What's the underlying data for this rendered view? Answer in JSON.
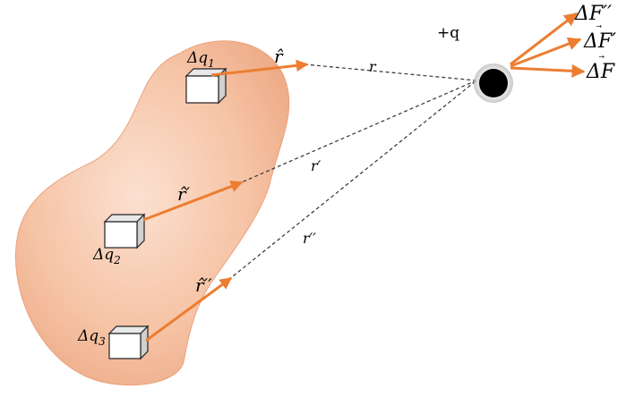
{
  "labels": {
    "charge": "+q",
    "dq1": "Δq",
    "dq1_sub": "1",
    "dq2": "Δq",
    "dq2_sub": "2",
    "dq3": "Δq",
    "dq3_sub": "3",
    "r": "r",
    "r_prime": "r′",
    "r_double_prime": "r′′",
    "rhat": "r̂",
    "rhat_prime": "r̂′",
    "rhat_double_prime": "r̂′′",
    "dF": "ΔF",
    "dF_prime": "ΔF′",
    "dF_double_prime": "ΔF′′",
    "vec_arrow": "⃗"
  },
  "colors": {
    "blob_fill": "#f6c4a6",
    "blob_edge": "#e9a27c",
    "arrow": "#ed7d31",
    "dashed_line": "#333333",
    "charge": "#000000",
    "cube_face": "#ffffff",
    "cube_side": "#d0d0d0",
    "cube_top": "#e8e8e8"
  }
}
